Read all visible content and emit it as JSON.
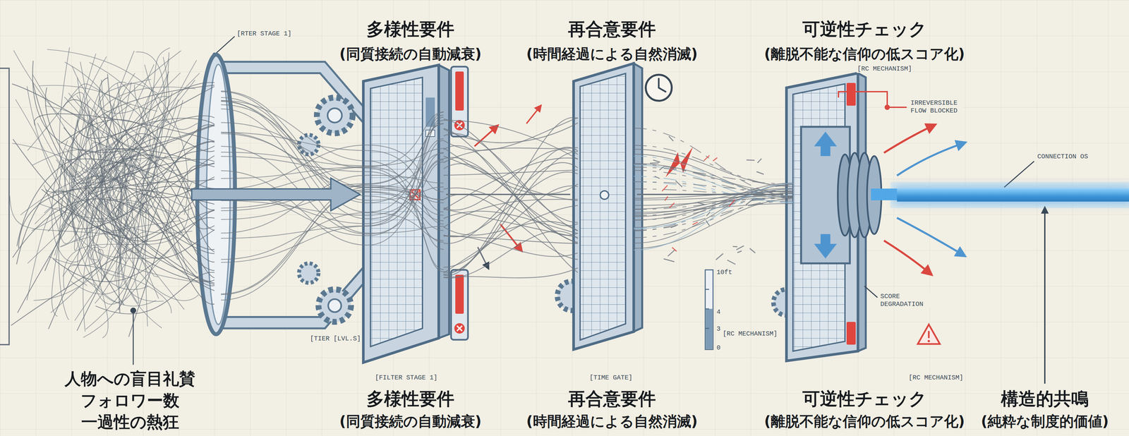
{
  "diagram": {
    "nodes": [
      {
        "text": [
          "人物への盲目礼賛",
          "フォロワー数",
          "一過性の熱狂"
        ]
      },
      {
        "text": [
          "多様性要件",
          "(同質接続の自動減衰)",
          "多様性要件",
          "(同質接続の自動減衰)"
        ]
      },
      {
        "text": [
          "再合意要件",
          "(時間経過による自然消滅)",
          "再合意要件",
          "(時間経過による自然消滅)"
        ]
      },
      {
        "text": [
          "可逆性チェック",
          "(離脱不能な信仰の低スコア化)",
          "可逆性チェック",
          "(離脱不能な信仰の低スコア化)"
        ]
      },
      {
        "text": [
          "構造的共鳴",
          "(純粋な制度的価値)"
        ]
      }
    ],
    "edges": [
      {
        "from": 0,
        "to": 1,
        "arrow": "to"
      },
      {
        "from": 1,
        "to": 2,
        "arrow": "none"
      },
      {
        "from": 2,
        "to": 3,
        "arrow": "none"
      },
      {
        "from": 3,
        "to": 4,
        "arrow": "none"
      }
    ],
    "labels": [
      "[RTER STAGE 1]",
      "[TIER [LVL.S]",
      "[FILTER STAGE 1]",
      "[TIME GATE]",
      "[RC MECHANISM]",
      "IRREVERSIBLE FLOW BLOCKED",
      "CONNECTION OS",
      "SCORE DEGRADATION",
      "[RC MECHANISM]",
      "[RC MECHANISM]",
      "10ft",
      "4",
      "3",
      "0"
    ]
  }
}
